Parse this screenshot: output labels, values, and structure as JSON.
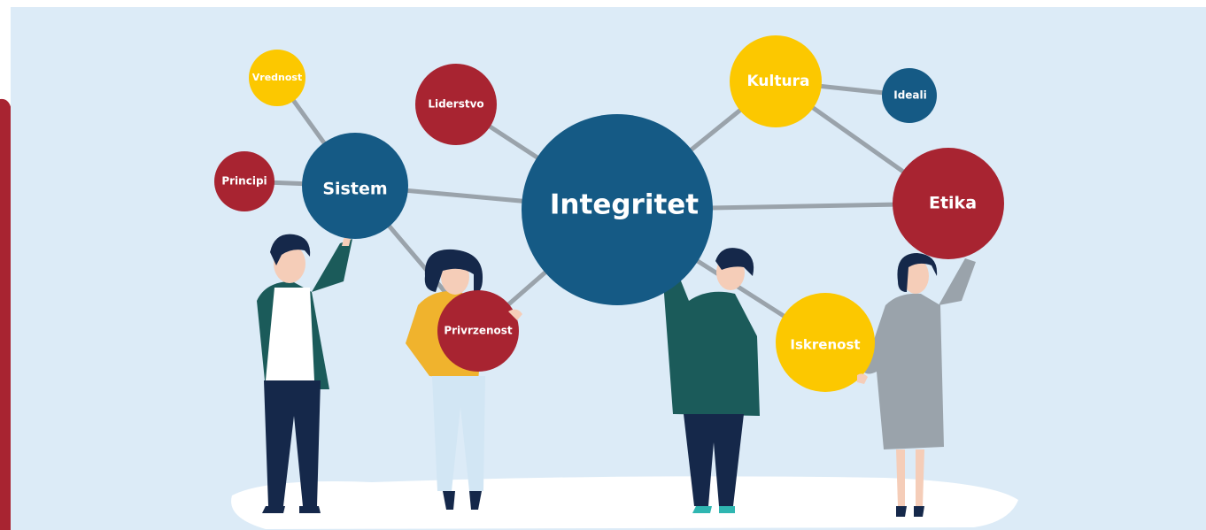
{
  "colors": {
    "background": "#dcebf7",
    "blue": "#155a85",
    "red": "#a82431",
    "yellow": "#fcc800",
    "link": "#9aa3ab",
    "ground": "#ffffff"
  },
  "bubbles": {
    "vrednost": "Vrednost",
    "principi": "Principi",
    "sistem": "Sistem",
    "liderstvo": "Liderstvo",
    "integritet": "Integritet",
    "kultura": "Kultura",
    "ideali": "Ideali",
    "etika": "Etika",
    "privrzenost": "Privrzenost",
    "iskrenost": "Iskrenost"
  }
}
